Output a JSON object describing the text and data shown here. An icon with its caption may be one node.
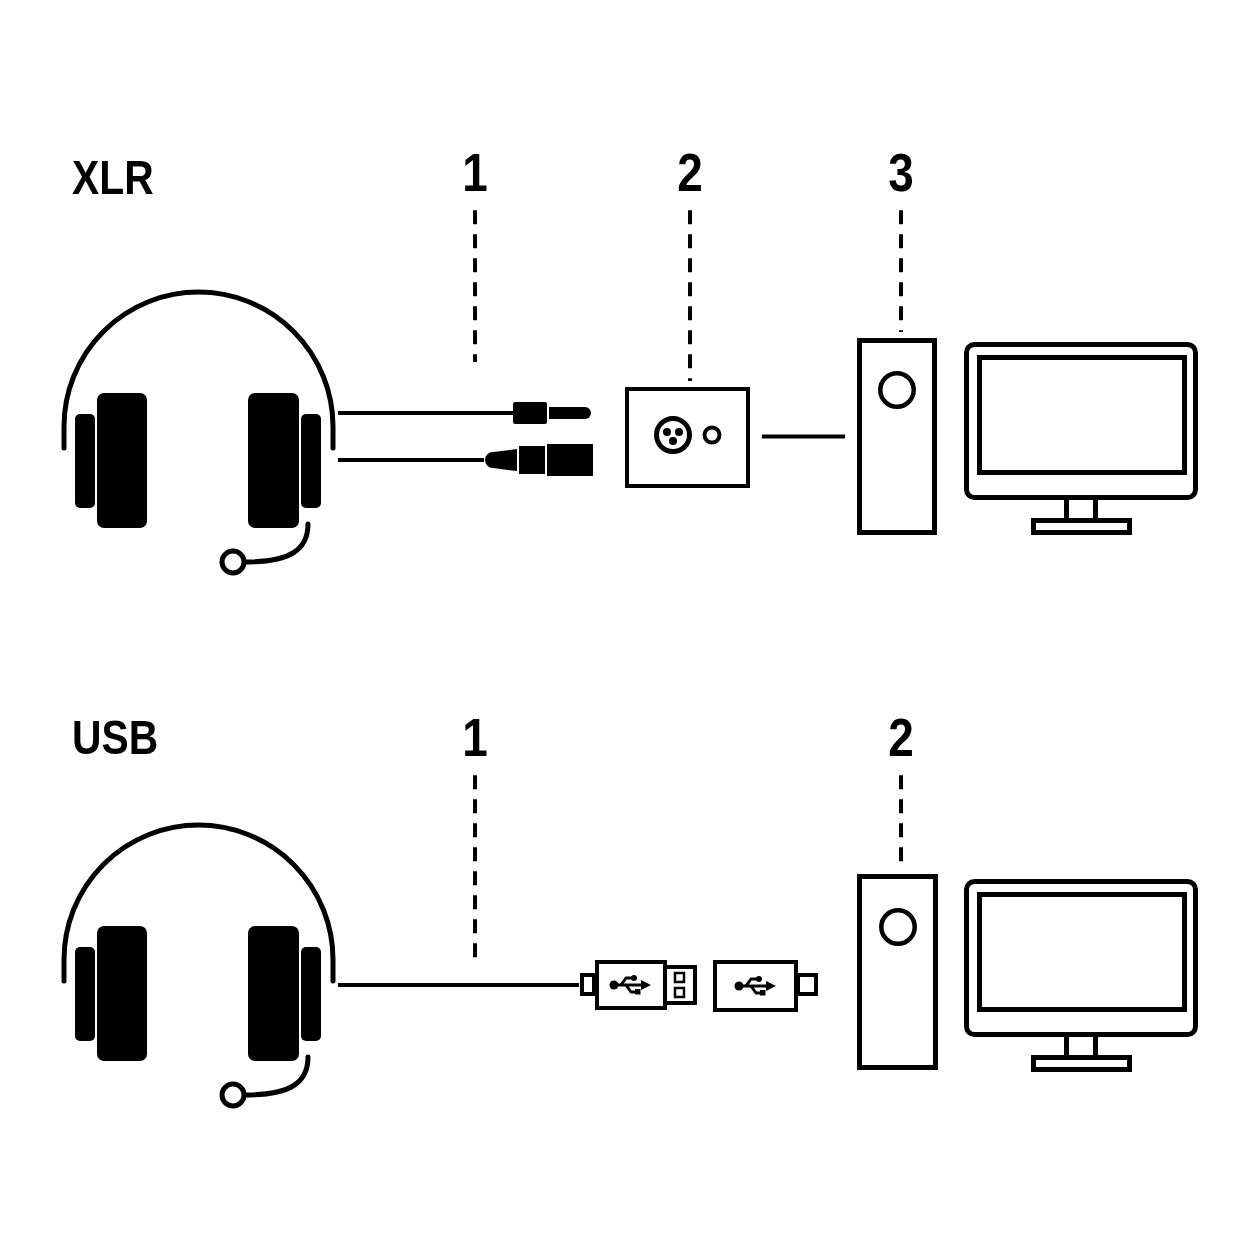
{
  "diagram": {
    "nodes": [
      {
        "text": [
          "1"
        ]
      },
      {
        "text": [
          "2"
        ]
      },
      {
        "text": [
          "3"
        ]
      },
      {
        "text": [],
        "shape": "picture"
      },
      {
        "text": [],
        "shape": "picture"
      },
      {
        "text": [],
        "shape": "picture"
      },
      {
        "text": [],
        "shape": "box"
      },
      {
        "text": [],
        "shape": "box"
      },
      {
        "text": [
          "1"
        ]
      },
      {
        "text": [
          "2"
        ]
      },
      {
        "text": [],
        "shape": "picture"
      },
      {
        "text": [],
        "shape": "picture"
      },
      {
        "text": [],
        "shape": "picture"
      },
      {
        "text": [],
        "shape": "box"
      }
    ],
    "edges": [
      {
        "from": 0,
        "to": null,
        "arrow": "none",
        "style": "dashed"
      },
      {
        "from": 1,
        "to": 6,
        "arrow": "none",
        "style": "dashed"
      },
      {
        "from": 2,
        "to": 7,
        "arrow": "none",
        "style": "dashed"
      },
      {
        "from": 3,
        "to": 4,
        "arrow": "none"
      },
      {
        "from": 3,
        "to": 5,
        "arrow": "none"
      },
      {
        "from": 6,
        "to": 7,
        "arrow": "none"
      },
      {
        "from": 8,
        "to": null,
        "arrow": "none",
        "style": "dashed"
      },
      {
        "from": 9,
        "to": 13,
        "arrow": "none",
        "style": "dashed"
      },
      {
        "from": 10,
        "to": 11,
        "arrow": "none"
      }
    ],
    "labels": [
      "XLR",
      "USB"
    ]
  }
}
